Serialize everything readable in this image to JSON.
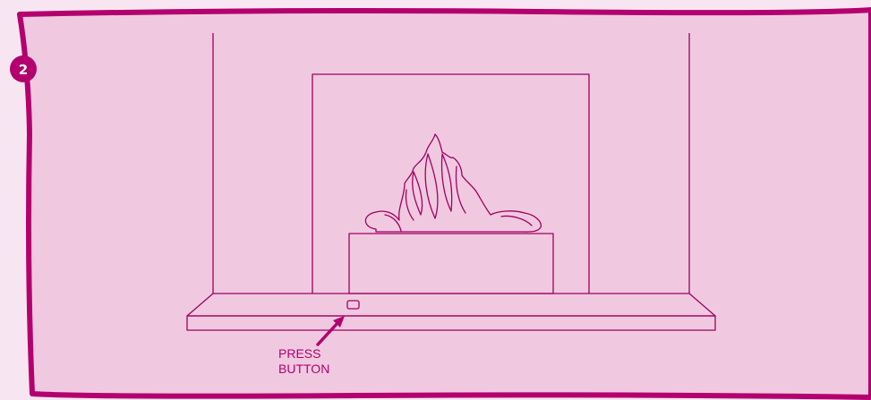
{
  "step": {
    "number": "2"
  },
  "callout": {
    "line1": "PRESS",
    "line2": "BUTTON"
  },
  "colors": {
    "accent": "#b3006e",
    "panel_fill": "#f0c9e1",
    "page_bg": "#f7e6f1",
    "line": "#a0005f"
  },
  "icons": {
    "fire": "flame-icon",
    "button": "button-icon",
    "arrow": "arrow-icon"
  }
}
